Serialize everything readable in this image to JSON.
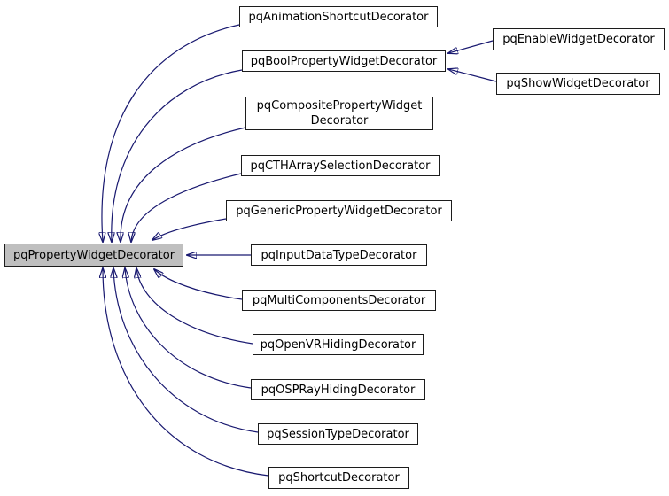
{
  "diagram": {
    "type": "class-inheritance-graph",
    "base": {
      "label": "pqPropertyWidgetDecorator"
    },
    "nodes": [
      {
        "label": "pqAnimationShortcutDecorator"
      },
      {
        "label": "pqBoolPropertyWidgetDecorator"
      },
      {
        "label": "pqEnableWidgetDecorator"
      },
      {
        "label": "pqShowWidgetDecorator"
      },
      {
        "label": "pqCompositePropertyWidget\nDecorator"
      },
      {
        "label": "pqCTHArraySelectionDecorator"
      },
      {
        "label": "pqGenericPropertyWidgetDecorator"
      },
      {
        "label": "pqInputDataTypeDecorator"
      },
      {
        "label": "pqMultiComponentsDecorator"
      },
      {
        "label": "pqOpenVRHidingDecorator"
      },
      {
        "label": "pqOSPRayHidingDecorator"
      },
      {
        "label": "pqSessionTypeDecorator"
      },
      {
        "label": "pqShortcutDecorator"
      }
    ],
    "edges": [
      {
        "from": "pqAnimationShortcutDecorator",
        "to": "pqPropertyWidgetDecorator"
      },
      {
        "from": "pqBoolPropertyWidgetDecorator",
        "to": "pqPropertyWidgetDecorator"
      },
      {
        "from": "pqEnableWidgetDecorator",
        "to": "pqBoolPropertyWidgetDecorator"
      },
      {
        "from": "pqShowWidgetDecorator",
        "to": "pqBoolPropertyWidgetDecorator"
      },
      {
        "from": "pqCompositePropertyWidgetDecorator",
        "to": "pqPropertyWidgetDecorator"
      },
      {
        "from": "pqCTHArraySelectionDecorator",
        "to": "pqPropertyWidgetDecorator"
      },
      {
        "from": "pqGenericPropertyWidgetDecorator",
        "to": "pqPropertyWidgetDecorator"
      },
      {
        "from": "pqInputDataTypeDecorator",
        "to": "pqPropertyWidgetDecorator"
      },
      {
        "from": "pqMultiComponentsDecorator",
        "to": "pqPropertyWidgetDecorator"
      },
      {
        "from": "pqOpenVRHidingDecorator",
        "to": "pqPropertyWidgetDecorator"
      },
      {
        "from": "pqOSPRayHidingDecorator",
        "to": "pqPropertyWidgetDecorator"
      },
      {
        "from": "pqSessionTypeDecorator",
        "to": "pqPropertyWidgetDecorator"
      },
      {
        "from": "pqShortcutDecorator",
        "to": "pqPropertyWidgetDecorator"
      }
    ],
    "colors": {
      "edge": "#191970",
      "base_fill": "#bfbfbf",
      "node_fill": "#ffffff",
      "border": "#1c1c1c"
    }
  }
}
